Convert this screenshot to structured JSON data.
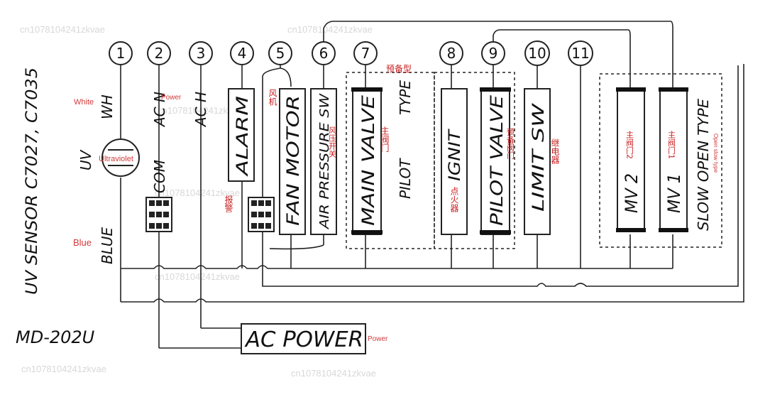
{
  "terminals": [
    "1",
    "2",
    "3",
    "4",
    "5",
    "6",
    "7",
    "8",
    "9",
    "10",
    "11"
  ],
  "left_vertical": {
    "sensor_models": "UV SENSOR C7027, C7035",
    "uv": "UV",
    "wh": "WH",
    "blue": "BLUE",
    "ac_n": "AC N",
    "com": "COM",
    "ac_h": "AC H"
  },
  "components": {
    "alarm": "ALARM",
    "fan_motor": "FAN MOTOR",
    "air_pressure_sw": "AIR PRESSURE SW",
    "main_valve": "MAIN VALVE",
    "ignit": "IGNIT",
    "pilot_valve": "PILOT VALVE",
    "limit_sw": "LIMIT SW",
    "mv2": "MV 2",
    "mv1": "MV 1",
    "type": "TYPE",
    "pilot": "PILOT",
    "slow_open_type": "SLOW OPEN TYPE"
  },
  "model": "MD-202U",
  "ac_power": "AC POWER",
  "annotations": {
    "white": "White",
    "power_top": "Power",
    "ultraviolet": "Ultraviolet",
    "blue": "Blue",
    "power_bottom": "Power",
    "alarm_cn": "报警",
    "fan_cn": "风机",
    "air_sw_cn": "风压开关",
    "main_valve_cn": "主阀门",
    "pilot_type_cn": "预备型",
    "igniter_cn": "点火器",
    "pilot_valve_cn": "预备阀门",
    "relay_cn": "继电器",
    "mv2_cn": "主阀门2",
    "mv1_cn": "主阀门1",
    "open_slow": "Open slow type"
  },
  "watermark": "cn1078104241zkvae"
}
